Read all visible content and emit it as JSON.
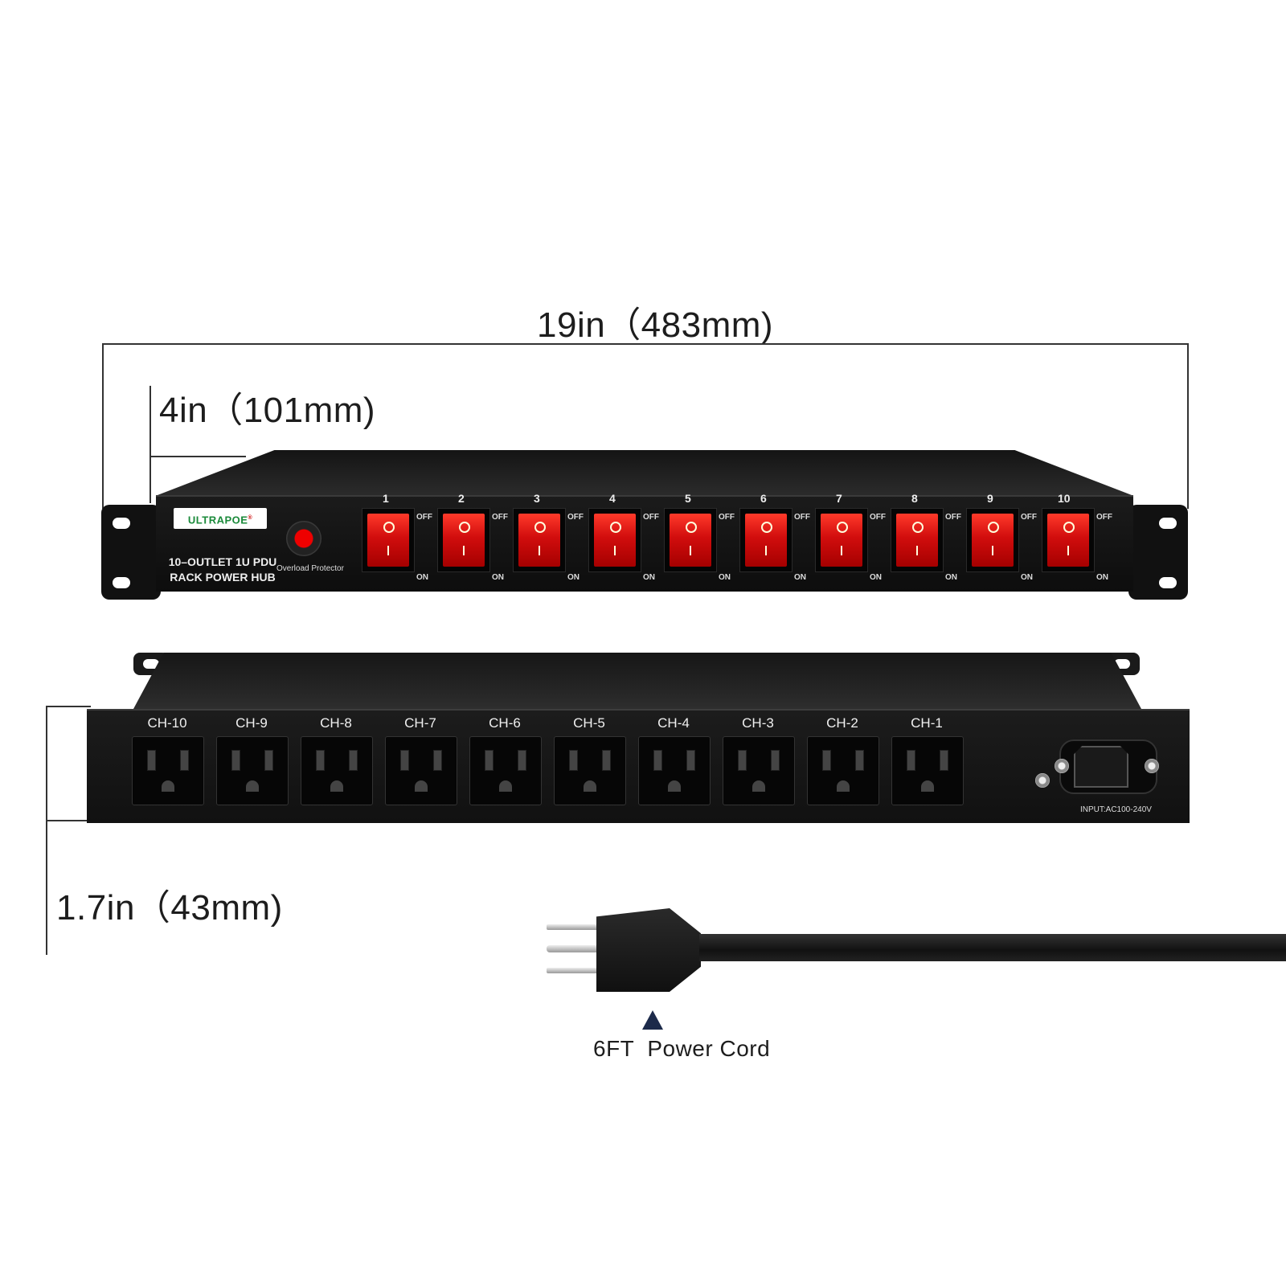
{
  "dimensions": {
    "width_label": "19in（483mm)",
    "depth_label": "4in（101mm)",
    "height_label": "1.7in（43mm)"
  },
  "front_panel": {
    "brand": "ULTRAPOE",
    "brand_mark": "®",
    "model_line1": "10–OUTLET 1U PDU",
    "model_line2": "RACK POWER HUB",
    "overload_label": "Overload Protector",
    "switches": [
      {
        "num": "1",
        "off": "OFF",
        "on": "ON"
      },
      {
        "num": "2",
        "off": "OFF",
        "on": "ON"
      },
      {
        "num": "3",
        "off": "OFF",
        "on": "ON"
      },
      {
        "num": "4",
        "off": "OFF",
        "on": "ON"
      },
      {
        "num": "5",
        "off": "OFF",
        "on": "ON"
      },
      {
        "num": "6",
        "off": "OFF",
        "on": "ON"
      },
      {
        "num": "7",
        "off": "OFF",
        "on": "ON"
      },
      {
        "num": "8",
        "off": "OFF",
        "on": "ON"
      },
      {
        "num": "9",
        "off": "OFF",
        "on": "ON"
      },
      {
        "num": "10",
        "off": "OFF",
        "on": "ON"
      }
    ],
    "switch_color": "#d10d0d"
  },
  "rear_panel": {
    "channels": [
      "CH-10",
      "CH-9",
      "CH-8",
      "CH-7",
      "CH-6",
      "CH-5",
      "CH-4",
      "CH-3",
      "CH-2",
      "CH-1"
    ],
    "input_label": "INPUT:AC100-240V"
  },
  "cord": {
    "label": "6FT  Power Cord",
    "arrow_color": "#1c2a4a"
  }
}
